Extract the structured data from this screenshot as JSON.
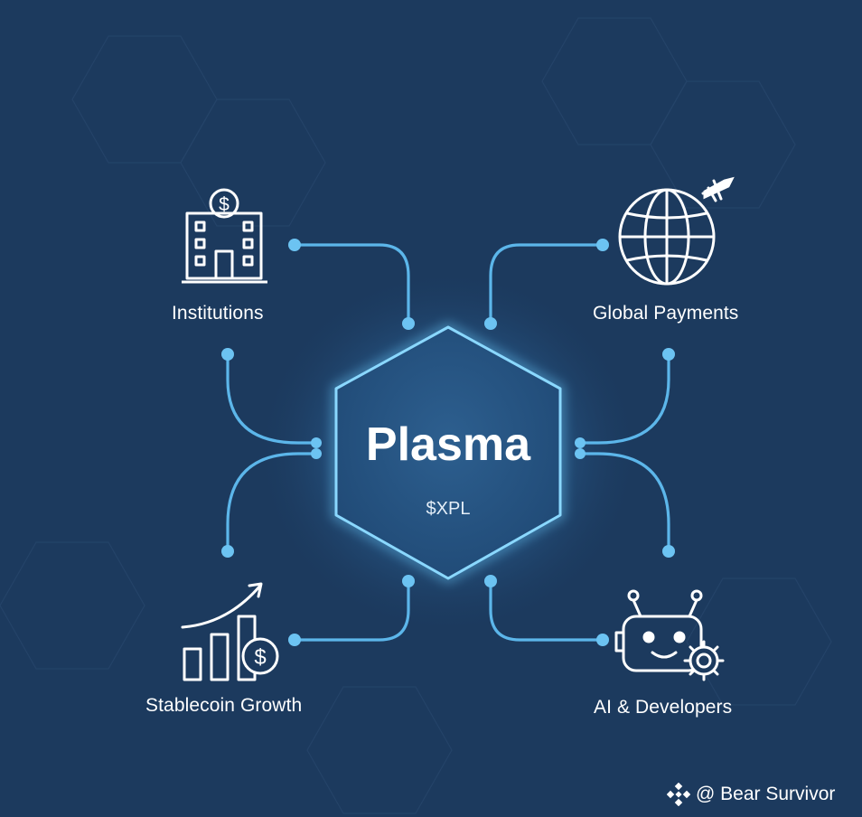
{
  "center": {
    "title": "Plasma",
    "ticker": "$XPL"
  },
  "nodes": [
    {
      "label": "Institutions",
      "icon": "bank-building-icon"
    },
    {
      "label": "Global Payments",
      "icon": "globe-airplane-icon"
    },
    {
      "label": "Stablecoin Growth",
      "icon": "growth-chart-icon"
    },
    {
      "label": "AI & Developers",
      "icon": "robot-gear-icon"
    }
  ],
  "watermark": {
    "text": "@ Bear Survivor",
    "icon": "binance-logo-icon"
  },
  "colors": {
    "background": "#1c3a5e",
    "connector": "#5cb6ea",
    "hex_fill": "#24507d",
    "hex_glow": "#4fb7ff",
    "text": "#ffffff"
  }
}
